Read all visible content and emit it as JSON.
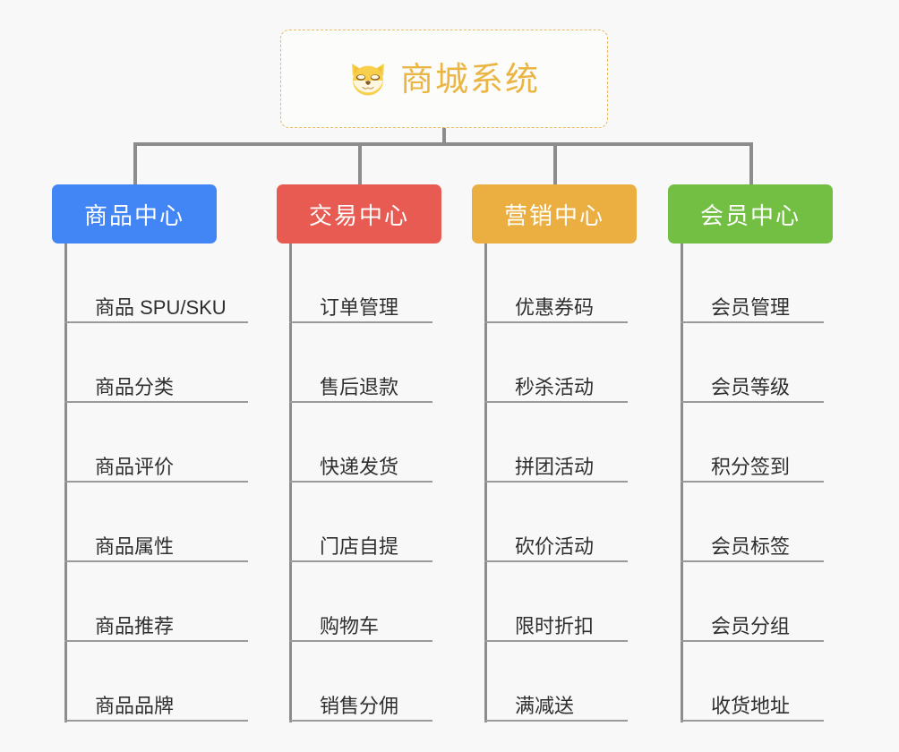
{
  "diagram": {
    "title": "商城系统",
    "root_icon": "shiba-dog-icon",
    "background_color": "#f8f8f8",
    "connector_color": "#8c8c8c",
    "root_border_color": "#e8b95f",
    "root_text_color": "#eab543"
  },
  "branches": [
    {
      "label": "商品中心",
      "color": "#4285f4",
      "items": [
        "商品 SPU/SKU",
        "商品分类",
        "商品评价",
        "商品属性",
        "商品推荐",
        "商品品牌"
      ]
    },
    {
      "label": "交易中心",
      "color": "#e75b52",
      "items": [
        "订单管理",
        "售后退款",
        "快递发货",
        "门店自提",
        "购物车",
        "销售分佣"
      ]
    },
    {
      "label": "营销中心",
      "color": "#ebaf41",
      "items": [
        "优惠券码",
        "秒杀活动",
        "拼团活动",
        "砍价活动",
        "限时折扣",
        "满减送"
      ]
    },
    {
      "label": "会员中心",
      "color": "#72bf44",
      "items": [
        "会员管理",
        "会员等级",
        "积分签到",
        "会员标签",
        "会员分组",
        "收货地址"
      ]
    }
  ]
}
